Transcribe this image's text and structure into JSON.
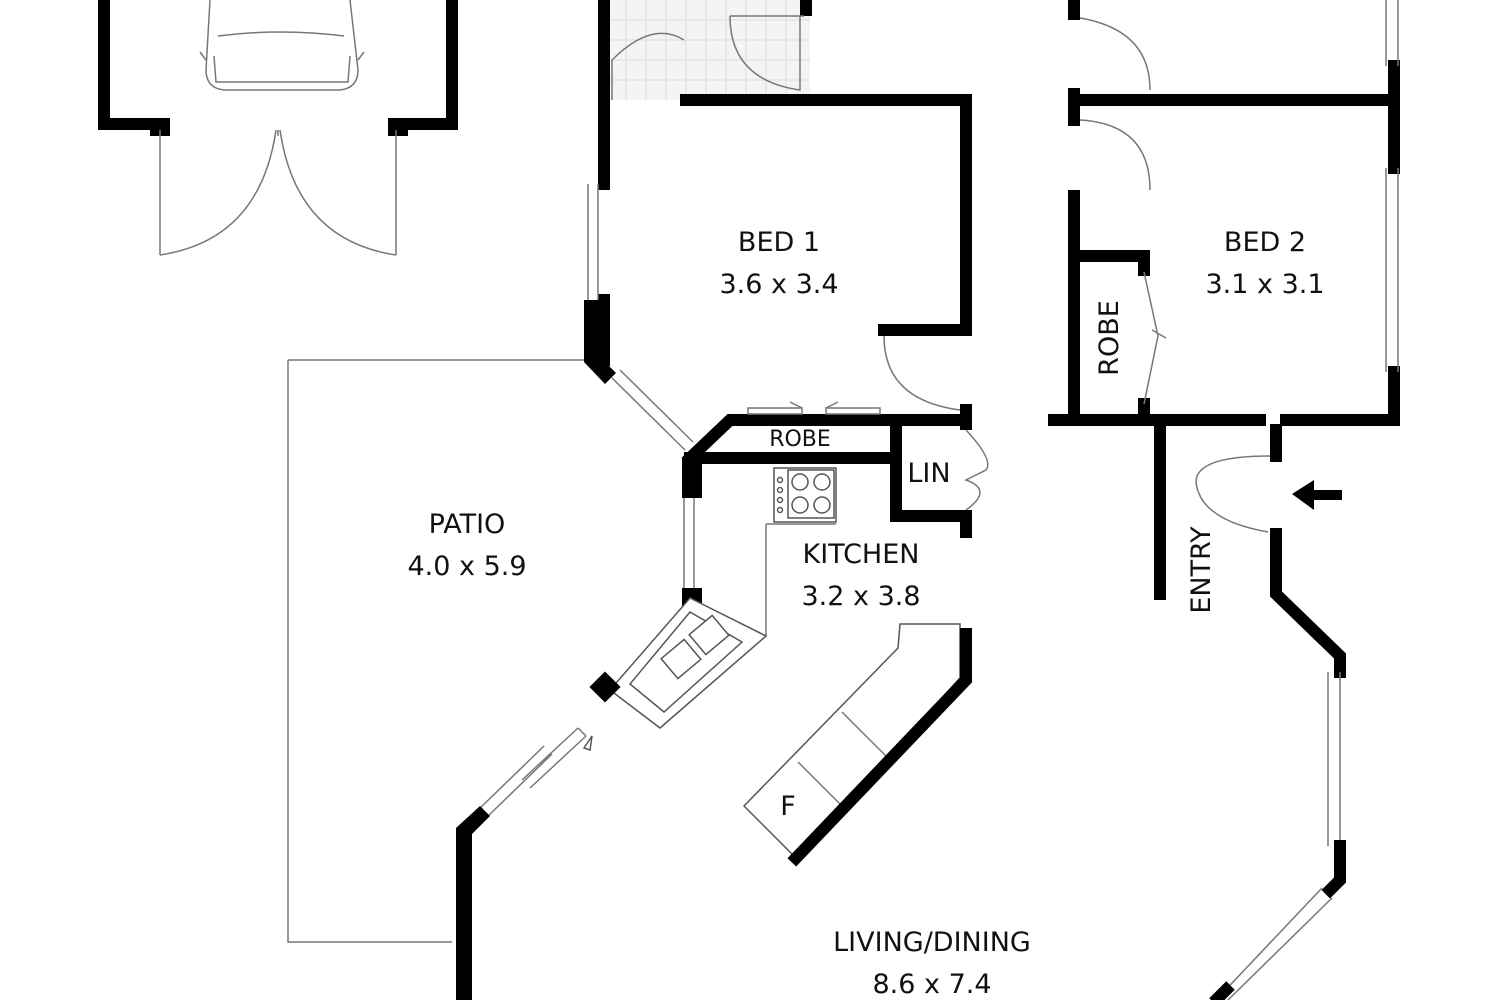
{
  "rooms": {
    "bed1": {
      "name": "BED 1",
      "size": "3.6 x 3.4"
    },
    "bed2": {
      "name": "BED 2",
      "size": "3.1 x 3.1"
    },
    "patio": {
      "name": "PATIO",
      "size": "4.0 x 5.9"
    },
    "kitchen": {
      "name": "KITCHEN",
      "size": "3.2 x 3.8"
    },
    "living": {
      "name": "LIVING/DINING",
      "size": "8.6 x 7.4"
    }
  },
  "labels": {
    "robe_bed1": "ROBE",
    "robe_bed2": "ROBE",
    "linen": "LIN",
    "entry": "ENTRY",
    "fridge": "F"
  },
  "colors": {
    "walls": "#000000",
    "background": "#ffffff",
    "fixtures": "#555555"
  }
}
